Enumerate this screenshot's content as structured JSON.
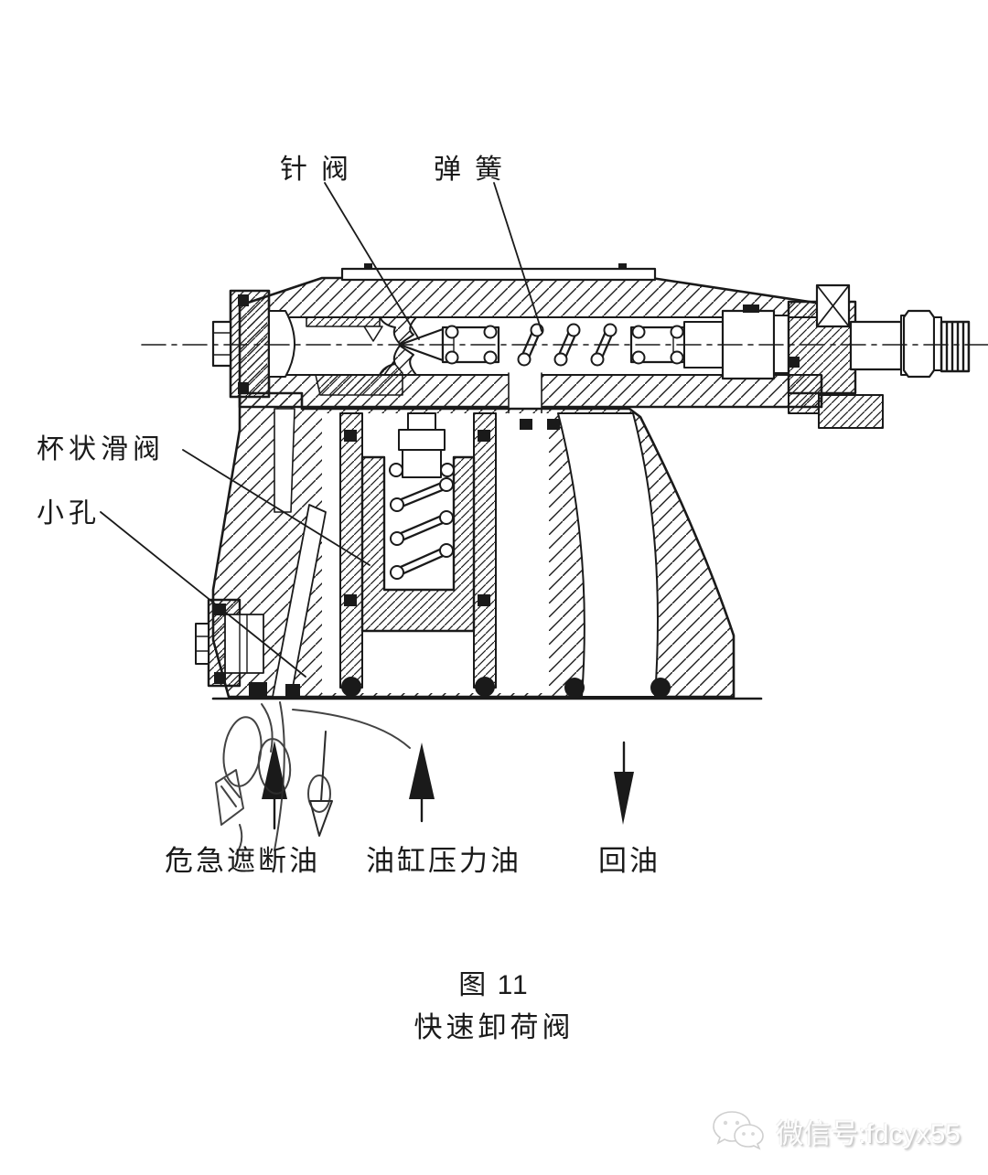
{
  "figure": {
    "callouts": {
      "needle_valve": "针阀",
      "spring": "弹簧",
      "cup_slide_valve": "杯状滑阀",
      "small_hole": "小孔"
    },
    "flow_labels": {
      "emergency_trip_oil": "危急遮断油",
      "cylinder_pressure_oil": "油缸压力油",
      "return_oil": "回油"
    },
    "caption": {
      "number": "图 11",
      "title": "快速卸荷阀"
    },
    "watermark": {
      "text": "微信号:fdcyx55",
      "icon": "wechat-icon"
    },
    "colors": {
      "line": "#1a1a1a",
      "background": "#ffffff",
      "watermark_text": "#fefefe",
      "watermark_shadow": "#c4c4c4"
    }
  }
}
